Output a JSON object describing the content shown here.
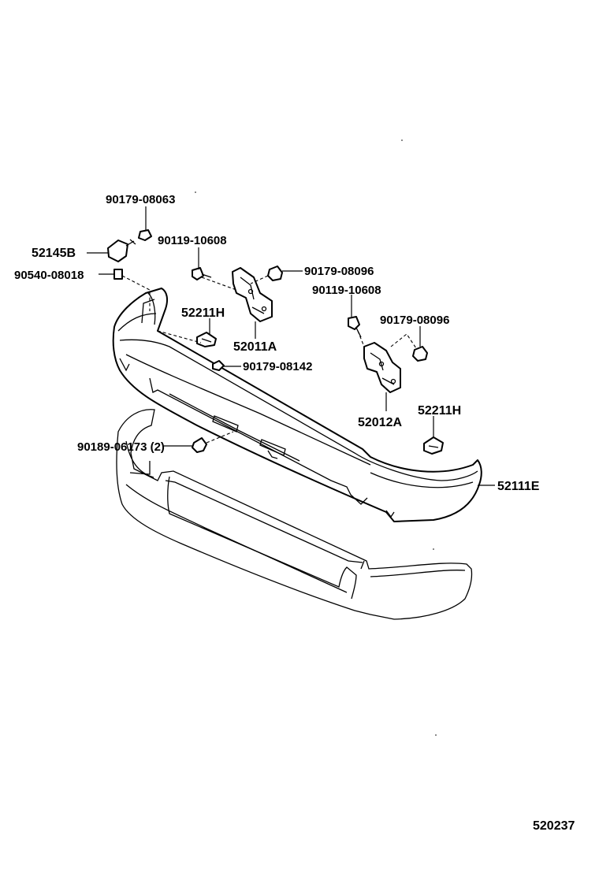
{
  "diagram": {
    "figure_number": "520237",
    "labels": {
      "p_90179_08063": "90179-08063",
      "p_90119_10608_a": "90119-10608",
      "p_52145B": "52145B",
      "p_90540_08018": "90540-08018",
      "p_90179_08096_a": "90179-08096",
      "p_90119_10608_b": "90119-10608",
      "p_52211H_a": "52211H",
      "p_90179_08096_b": "90179-08096",
      "p_52011A": "52011A",
      "p_90179_08142": "90179-08142",
      "p_52211H_b": "52211H",
      "p_52012A": "52012A",
      "p_90189_06173": "90189-06173 (2)",
      "p_52111E": "52111E"
    }
  }
}
